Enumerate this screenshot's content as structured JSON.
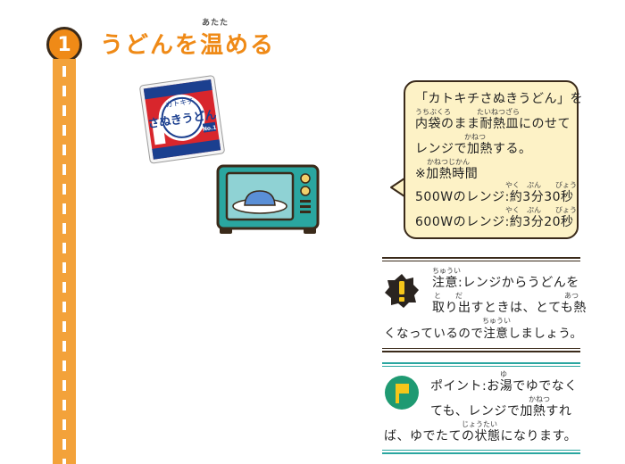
{
  "step": {
    "number": "1",
    "title": "うどんを温める",
    "title_furigana": "あたた"
  },
  "bubble": {
    "line1": "「カトキチさぬきうどん」を",
    "line2": "内袋のまま耐熱皿にのせて",
    "line2_furigana_a": "うちぶくろ",
    "line2_furigana_b": "たいねつざら",
    "line3": "レンジで加熱する。",
    "line3_furigana": "かねつ",
    "line4": "※加熱時間",
    "line4_furigana": "かねつじかん",
    "line5": "500Wのレンジ:約3分30秒",
    "line6": "600Wのレンジ:約3分20秒",
    "time_furigana": "やく　ぷん　　びょう"
  },
  "caution": {
    "line1": "注意:レンジからうどんを",
    "line1_furigana": "ちゅうい",
    "line2": "取り出すときは、とても熱",
    "line2_furigana_a": "と　　だ",
    "line2_furigana_b": "あつ",
    "line3": "くなっているので注意しましょう。",
    "line3_furigana": "ちゅうい"
  },
  "point": {
    "line1": "ポイント:お湯でゆでなく",
    "line1_furigana": "ゆ",
    "line2": "ても、レンジで加熱すれ",
    "line2_furigana": "かねつ",
    "line3": "ば、ゆでたての状態になります。",
    "line3_furigana": "じょうたい"
  },
  "package": {
    "brand": "カトキチ",
    "name": "さぬきうどん",
    "badge": "No.1"
  },
  "colors": {
    "orange": "#ef8a17",
    "teal": "#2aa6a0",
    "bubble": "#fdf2c6",
    "outline": "#3a2a1a"
  }
}
